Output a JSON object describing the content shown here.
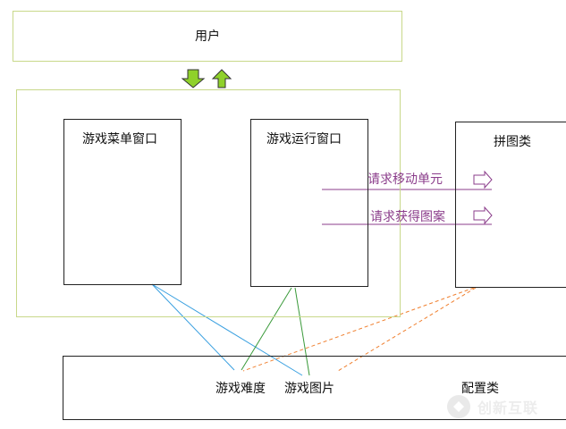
{
  "diagram": {
    "user": "用户",
    "menu_window": "游戏菜单窗口",
    "run_window": "游戏运行窗口",
    "puzzle_class": "拼图类",
    "request_move": "请求移动单元",
    "request_get": "请求获得图案",
    "config_class": "配置类",
    "difficulty": "游戏难度",
    "picture": "游戏图片",
    "watermark": "创新互联"
  },
  "colors": {
    "outer_border": "#c8d88a",
    "arrow_green": "#8fd12a",
    "arrow_purple": "#8b3d8b",
    "line_blue": "#3aa0e0",
    "line_green": "#3a9a3a",
    "line_orange": "#f08030"
  }
}
